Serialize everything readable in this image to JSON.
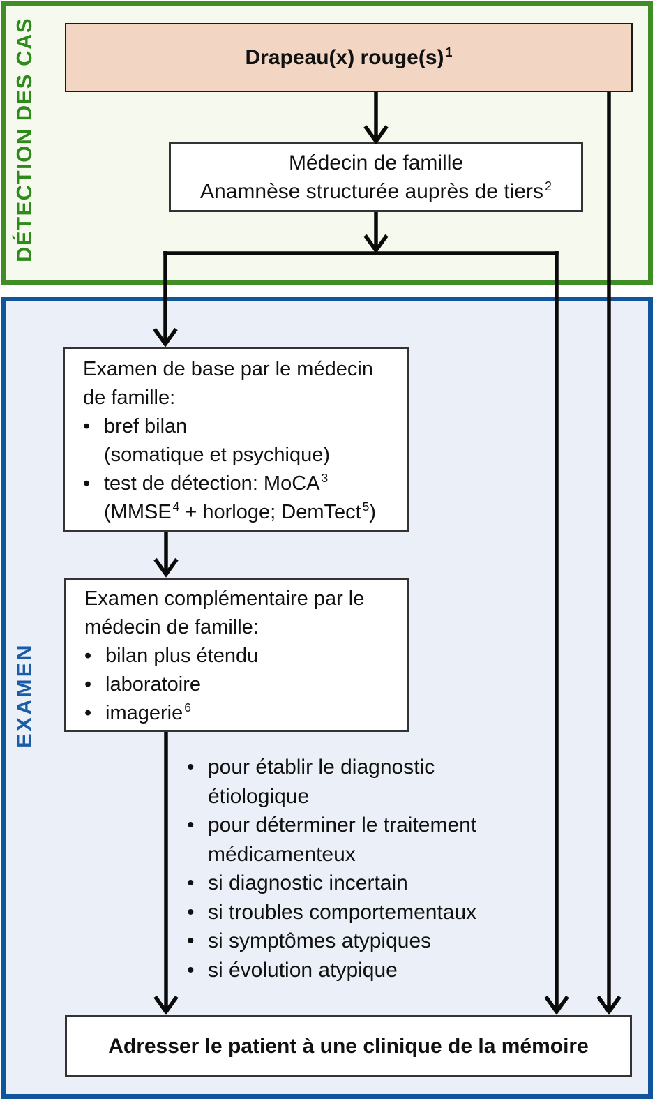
{
  "bullet_glyph": "•",
  "colors": {
    "detection_border": "#3e8e25",
    "detection_bg": "#f6f9ed",
    "detection_label": "#2e8a1b",
    "examen_border": "#10549e",
    "examen_bg": "#ebf0f8",
    "examen_label": "#1a5ca8",
    "red_flag_box_bg": "#f3d5c3",
    "box_border": "#333333",
    "arrow": "#0a0a0a"
  },
  "sections": {
    "detection": {
      "label": "DÉTECTION DES CAS"
    },
    "examen": {
      "label": "EXAMEN"
    }
  },
  "boxes": {
    "red_flags": {
      "lines": [
        {
          "bullet": false,
          "indent": 0,
          "seg": [
            {
              "t": "Drapeau(x) rouge(s)"
            },
            {
              "s": "1"
            }
          ]
        }
      ]
    },
    "family_doctor": {
      "lines": [
        {
          "bullet": false,
          "indent": 0,
          "seg": [
            {
              "t": "Médecin de famille"
            }
          ]
        },
        {
          "bullet": false,
          "indent": 0,
          "seg": [
            {
              "t": "Anamnèse structurée auprès de tiers"
            },
            {
              "s": "2"
            }
          ]
        }
      ]
    },
    "basic_exam": {
      "lines": [
        {
          "bullet": false,
          "indent": 0,
          "seg": [
            {
              "t": "Examen de base par le médecin"
            }
          ]
        },
        {
          "bullet": false,
          "indent": 0,
          "seg": [
            {
              "t": "de famille:"
            }
          ]
        },
        {
          "bullet": true,
          "indent": 0,
          "seg": [
            {
              "t": "bref bilan"
            }
          ]
        },
        {
          "bullet": false,
          "indent": 1,
          "seg": [
            {
              "t": "(somatique et psychique)"
            }
          ]
        },
        {
          "bullet": true,
          "indent": 0,
          "seg": [
            {
              "t": "test de détection: MoCA"
            },
            {
              "s": "3"
            }
          ]
        },
        {
          "bullet": false,
          "indent": 1,
          "seg": [
            {
              "t": "(MMSE"
            },
            {
              "s": "4"
            },
            {
              "t": " + horloge; DemTect"
            },
            {
              "s": "5"
            },
            {
              "t": ")"
            }
          ]
        }
      ]
    },
    "complementary_exam": {
      "lines": [
        {
          "bullet": false,
          "indent": 0,
          "seg": [
            {
              "t": "Examen complémentaire par le"
            }
          ]
        },
        {
          "bullet": false,
          "indent": 0,
          "seg": [
            {
              "t": "médecin de famille:"
            }
          ]
        },
        {
          "bullet": true,
          "indent": 0,
          "seg": [
            {
              "t": "bilan plus étendu"
            }
          ]
        },
        {
          "bullet": true,
          "indent": 0,
          "seg": [
            {
              "t": "laboratoire"
            }
          ]
        },
        {
          "bullet": true,
          "indent": 0,
          "seg": [
            {
              "t": "imagerie"
            },
            {
              "s": "6"
            }
          ]
        }
      ]
    },
    "memory_clinic": {
      "lines": [
        {
          "bullet": false,
          "indent": 0,
          "seg": [
            {
              "t": "Adresser le patient à une clinique de la mémoire"
            }
          ]
        }
      ]
    }
  },
  "criteria": {
    "lines": [
      {
        "bullet": true,
        "indent": 0,
        "seg": [
          {
            "t": "pour établir le diagnostic"
          }
        ]
      },
      {
        "bullet": false,
        "indent": 1,
        "seg": [
          {
            "t": "étiologique"
          }
        ]
      },
      {
        "bullet": true,
        "indent": 0,
        "seg": [
          {
            "t": "pour déterminer le traitement"
          }
        ]
      },
      {
        "bullet": false,
        "indent": 1,
        "seg": [
          {
            "t": "médicamenteux"
          }
        ]
      },
      {
        "bullet": true,
        "indent": 0,
        "seg": [
          {
            "t": "si diagnostic incertain"
          }
        ]
      },
      {
        "bullet": true,
        "indent": 0,
        "seg": [
          {
            "t": "si troubles comportementaux"
          }
        ]
      },
      {
        "bullet": true,
        "indent": 0,
        "seg": [
          {
            "t": "si symptômes atypiques"
          }
        ]
      },
      {
        "bullet": true,
        "indent": 0,
        "seg": [
          {
            "t": "si évolution atypique"
          }
        ]
      }
    ]
  }
}
